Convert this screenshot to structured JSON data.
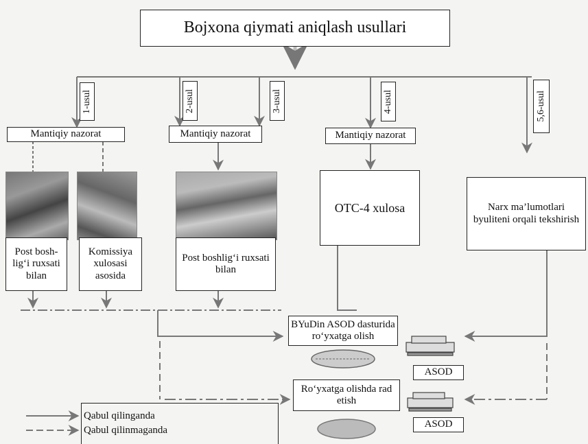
{
  "title": "Bojxona qiymati aniqlash usullari",
  "methods": [
    "1-usul",
    "2-usul",
    "3-usul",
    "4-usul",
    "5,6-usul"
  ],
  "control": "Mantiqiy nazorat",
  "branches": {
    "post_head_1": "Post bosh-lig‘i ruxsati bilan",
    "commission": "Komissiya xulosasi asosida",
    "post_head_2": "Post boshlig‘i ruxsati bilan",
    "otc": "OTC-4 xulosa",
    "price_info": "Narx ma’lumotlari byuliteni orqali tekshirish"
  },
  "registration": "BYuDin ASOD dasturida ro‘yxatga olish",
  "rejection": "Ro‘yxatga olishda rad etish",
  "asod": "ASOD",
  "legend": {
    "accepted": "Qabul qilinganda",
    "not_accepted": "Qabul qilinmaganda"
  }
}
